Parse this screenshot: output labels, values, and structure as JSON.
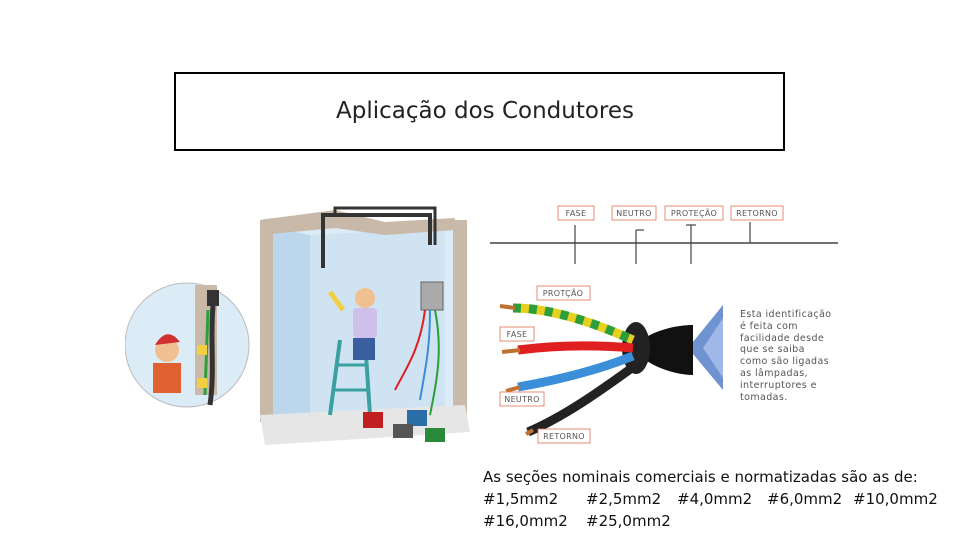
{
  "title": "Aplicação dos Condutores",
  "cable_labels": {
    "fase": "FASE",
    "neutro": "NEUTRO",
    "protecao": "PROTEÇÃO",
    "retorno": "RETORNO",
    "protecao_side": "PROTÇÃO",
    "fase_side": "FASE",
    "neutro_side": "NEUTRO",
    "retorno_side": "RETORNO"
  },
  "note_lines": [
    "Esta identificação",
    "é feita com",
    "facilidade desde",
    "que se saiba",
    "como são ligadas",
    "as lâmpadas,",
    "interruptores e",
    "tomadas."
  ],
  "sections": {
    "intro": "As seções nominais comerciais e normatizadas são as de:",
    "row1": [
      "#1,5mm2",
      "#2,5mm2",
      "#4,0mm2",
      "#6,0mm2",
      "#10,0mm2"
    ],
    "row2": [
      "#16,0mm2",
      "#25,0mm2"
    ]
  },
  "colors": {
    "fase": "#e02020",
    "neutro": "#3b8fd8",
    "protecao": "#2e9e3a",
    "retorno": "#222222",
    "label_border": "#e07050"
  },
  "icons": [
    "electrician-illustration",
    "cable-bundle-illustration"
  ]
}
